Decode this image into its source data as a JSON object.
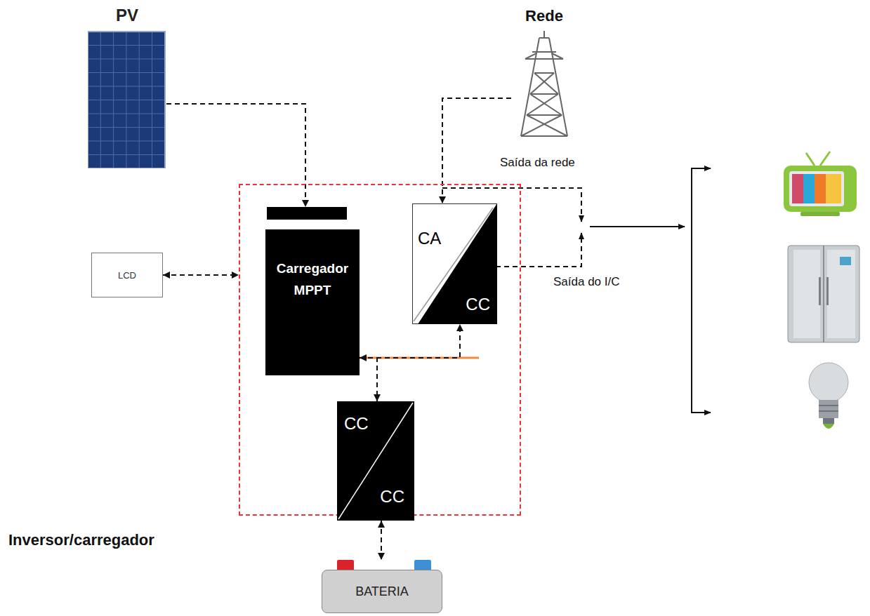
{
  "diagram": {
    "nodes": [
      {
        "text": [
          "PV"
        ]
      },
      {
        "text": [
          "Rede"
        ]
      },
      {
        "text": [
          "LCD"
        ]
      },
      {
        "text": [
          "Inversor/carregador"
        ]
      },
      {
        "text": [
          "Carregador MPPT"
        ],
        "in": 3
      },
      {
        "text": [
          "CA",
          "CC"
        ],
        "in": 3
      },
      {
        "text": [
          "CC",
          "CC"
        ],
        "in": 3
      },
      {
        "text": [
          "BATERIA"
        ]
      }
    ],
    "edges": [
      {
        "from": 0,
        "to": 4,
        "arrow": "to"
      },
      {
        "from": 1,
        "to": 5,
        "arrow": "to"
      },
      {
        "from": 2,
        "to": 3,
        "arrow": "both"
      },
      {
        "from": 4,
        "to": 6,
        "arrow": "both"
      },
      {
        "from": 4,
        "to": 5,
        "arrow": "to"
      },
      {
        "from": 6,
        "to": 7,
        "arrow": "both"
      }
    ],
    "labels": [
      "Saída da rede",
      "Saída do I/C"
    ]
  }
}
